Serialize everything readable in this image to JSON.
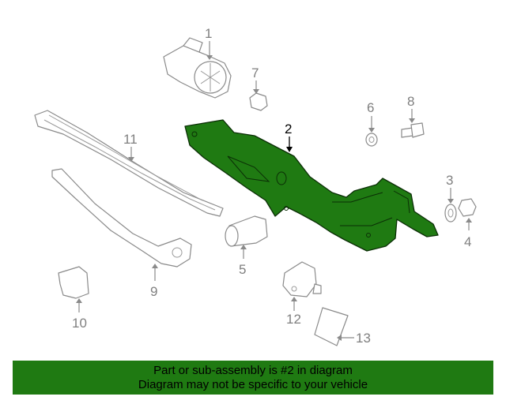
{
  "diagram": {
    "callouts": {
      "c1": "1",
      "c2": "2",
      "c3": "3",
      "c4": "4",
      "c5": "5",
      "c6": "6",
      "c7": "7",
      "c8": "8",
      "c9": "9",
      "c10": "10",
      "c11": "11",
      "c12": "12",
      "c13": "13"
    },
    "highlighted_part": "2",
    "colors": {
      "highlight": "#1f7a12",
      "line": "#8a8a8a",
      "banner": "#1f7a12"
    }
  },
  "banner": {
    "line1": "Part or sub-assembly is #2 in diagram",
    "line2": "Diagram may not be specific to your vehicle"
  }
}
